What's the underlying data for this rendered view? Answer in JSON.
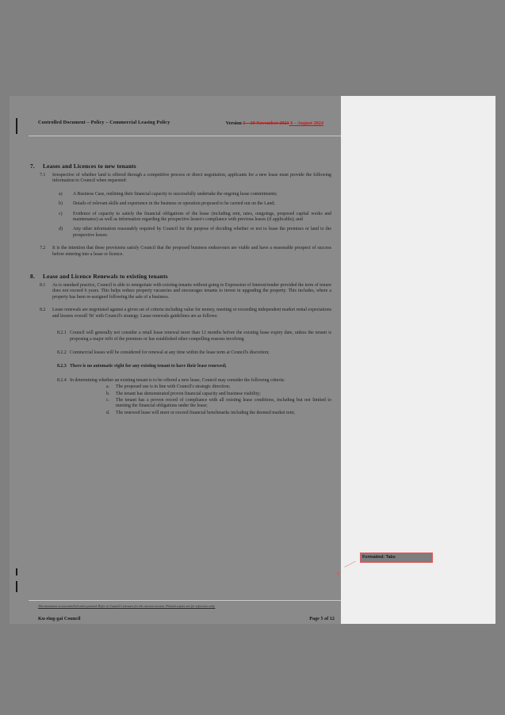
{
  "header": {
    "title": "Controlled Document – Policy – Commercial Leasing Policy",
    "version_label": "Version ",
    "version_deleted": "5 – 30 November 2021",
    "version_inserted": " 6 – August 2024"
  },
  "sections": [
    {
      "number": "7.",
      "heading": "Leases and Licences to new tenants",
      "paragraphs": [
        {
          "number": "7.1",
          "text": "Irrespective of whether land is offered through a competitive process or direct negotiation, applicants for a new lease must provide the following information to Council when requested:"
        }
      ],
      "list_items": [
        {
          "marker": "a)",
          "text": "A Business Case, outlining their financial capacity to successfully undertake the ongoing lease commitments;"
        },
        {
          "marker": "b)",
          "text": "Details of relevant skills and experience in the business or operation proposed to be carried out on the Land;"
        },
        {
          "marker": "c)",
          "text": "Evidence of capacity to satisfy the financial obligations of the lease (including rent, rates, outgoings, proposed capital works and maintenance) as well as information regarding the prospective lessee's compliance with previous leases (if applicable); and"
        },
        {
          "marker": "d)",
          "text": "Any other information reasonably required by Council for the purpose of deciding whether or not to lease the premises or land to the prospective lessee."
        }
      ],
      "trailing_paragraphs": [
        {
          "number": "7.2",
          "text": "It is the intention that these provisions satisfy Council that the proposed business endeavours are viable and have a reasonable prospect of success before entering into a lease or licence."
        }
      ]
    },
    {
      "number": "8.",
      "heading": "Lease and Licence Renewals to existing tenants",
      "paragraphs": [
        {
          "number": "8.1",
          "text": "As is standard practice, Council is able to renegotiate with existing tenants without going to Expression of Interest/tender provided the term of tenure does not exceed 6 years. This helps reduce property vacancies and encourages tenants to invest in upgrading the property. This includes, where a property has been re-assigned following the sale of a business."
        },
        {
          "number": "8.2",
          "text": "Lease renewals are negotiated against a given set of criteria including value for money, meeting or exceeding independent market rental expectations and lessees overall 'fit' with Council's strategy. Lease renewals guidelines are as follows:"
        }
      ],
      "sub_clauses": [
        {
          "number": "8.2.1",
          "text": "Council will generally not consider a retail lease renewal more than 12 months before the existing lease expiry date, unless the tenant is proposing a major refit of the premises or has established other compelling reasons involving",
          "bold": false
        },
        {
          "number": "8.2.2",
          "text": "Commercial leases will be considered for renewal at any time within the lease term at Council's discretion;",
          "bold": false
        },
        {
          "number": "8.2.3",
          "text": "There is no automatic right for any existing tenant to have their lease renewed;",
          "bold": true
        },
        {
          "number": "8.2.4",
          "text": "In determining whether an existing tenant is to be offered a new lease, Council may consider the following criteria:",
          "bold": false
        }
      ],
      "criteria": [
        {
          "marker": "a.",
          "text": "The proposed use is in line with Council's strategic direction;"
        },
        {
          "marker": "b.",
          "text": "The tenant has demonstrated proven financial capacity and business viability;"
        },
        {
          "marker": "c.",
          "text": "The tenant has a proven record of compliance with all existing lease conditions, including but not limited to meeting the financial obligations under the lease;"
        },
        {
          "marker": "d.",
          "text": "The renewed lease will meet or exceed financial benchmarks including the deemed market rent;"
        }
      ]
    }
  ],
  "footer": {
    "footnote": "This document is uncontrolled when printed. Refer to Council's intranet for the current version. Printed copies are for reference only.",
    "organisation": "Ku-ring-gai Council",
    "page_label": "Page 5 of 12"
  },
  "callout": {
    "label": "Formatted: Tabs"
  },
  "colors": {
    "background": "#808080",
    "page": "#8a8a8a",
    "markup_pane": "#efefef",
    "tracked_change": "#d01414",
    "callout_border": "#e05a5a"
  }
}
